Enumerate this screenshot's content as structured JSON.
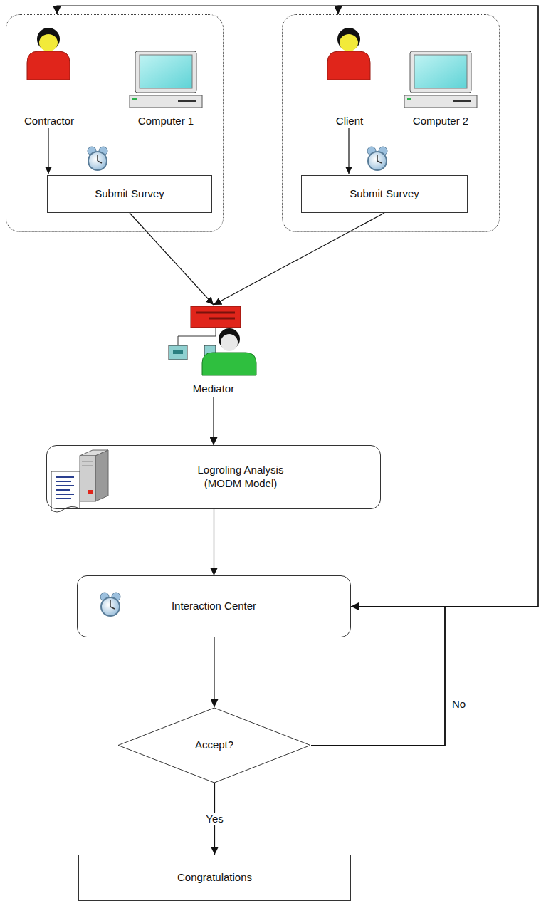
{
  "diagram": {
    "nodes": [
      {
        "text": [
          "Contractor",
          "Computer 1"
        ]
      },
      {
        "text": [
          "Submit Survey"
        ],
        "in": 0
      },
      {
        "text": [
          "Client",
          "Computer 2"
        ]
      },
      {
        "text": [
          "Submit Survey"
        ],
        "in": 2
      },
      {
        "text": [
          "Mediator"
        ]
      },
      {
        "text": [
          "Logroling Analysis (MODM Model)"
        ]
      },
      {
        "text": [
          "Interaction Center"
        ]
      },
      {
        "text": [
          "Accept?"
        ]
      },
      {
        "text": [
          "Congratulations"
        ]
      }
    ],
    "edges": [
      {
        "from": 1,
        "to": 4,
        "arrow": "to"
      },
      {
        "from": 3,
        "to": 4,
        "arrow": "to"
      },
      {
        "from": 4,
        "to": 5,
        "arrow": "to"
      },
      {
        "from": 5,
        "to": 6,
        "arrow": "to"
      },
      {
        "from": 6,
        "to": 7,
        "arrow": "to"
      },
      {
        "from": 7,
        "to": 8,
        "label": "Yes",
        "arrow": "to"
      },
      {
        "from": 7,
        "to": 6,
        "label": "No",
        "arrow": "to"
      },
      {
        "from": 7,
        "to": 0,
        "arrow": "to"
      },
      {
        "from": 7,
        "to": 2,
        "arrow": "to"
      }
    ]
  }
}
